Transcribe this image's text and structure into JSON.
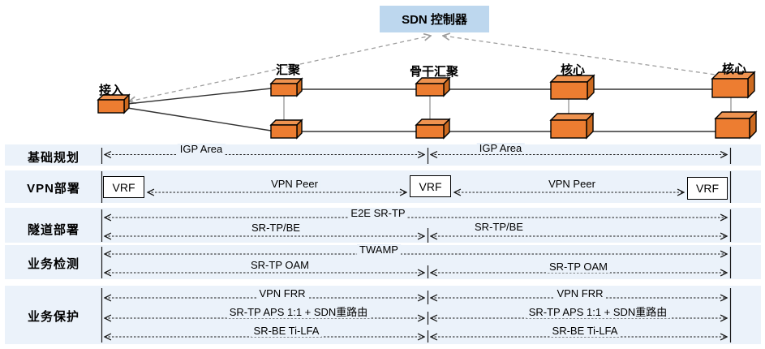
{
  "colors": {
    "band-bg": "#EBF2FA",
    "controller-bg": "#BDD7EE",
    "cube-front": "#ED7D31",
    "cube-top": "#EF9350",
    "cube-side": "#CC6A20",
    "cube-stroke": "#000000",
    "solid-line": "#333333",
    "connector-line": "#8C8C8C",
    "dashed-link": "#9E9E9E",
    "measure-line": "#1A1A1A",
    "text": "#000000"
  },
  "controller": {
    "label": "SDN 控制器"
  },
  "nodes": [
    {
      "label": "接入"
    },
    {
      "label": "汇聚"
    },
    {
      "label": "骨干汇聚"
    },
    {
      "label": "核心"
    },
    {
      "label": "核心"
    }
  ],
  "bands": [
    {
      "label": "基础规划",
      "items": [
        "IGP Area",
        "IGP Area"
      ]
    },
    {
      "label": "VPN部署",
      "vrf": [
        "VRF",
        "VRF",
        "VRF"
      ],
      "items": [
        "VPN Peer",
        "VPN Peer"
      ]
    },
    {
      "label": "隧道部署",
      "items": [
        "E2E SR-TP",
        "SR-TP/BE",
        "SR-TP/BE"
      ]
    },
    {
      "label": "业务检测",
      "items": [
        "TWAMP",
        "SR-TP OAM",
        "SR-TP OAM"
      ]
    },
    {
      "label": "业务保护",
      "items": [
        "VPN FRR",
        "VPN FRR",
        "SR-TP APS 1:1 + SDN重路由",
        "SR-TP APS 1:1 + SDN重路由",
        "SR-BE Ti-LFA",
        "SR-BE Ti-LFA"
      ]
    }
  ]
}
